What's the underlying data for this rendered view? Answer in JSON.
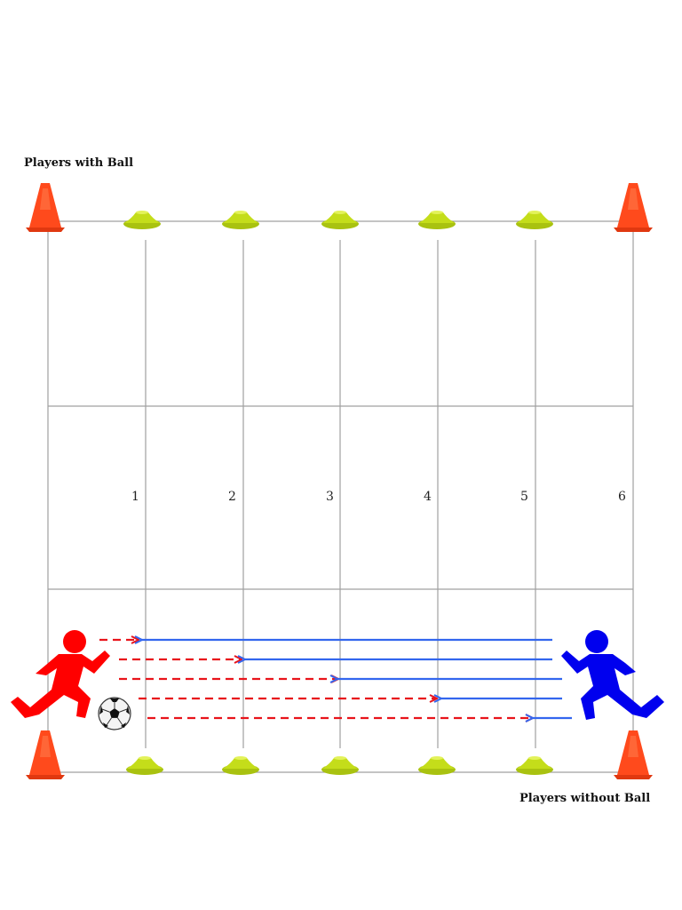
{
  "labels": {
    "players_with_ball": "Players with Ball",
    "players_without_ball": "Players without Ball"
  },
  "lane_numbers": [
    "1",
    "2",
    "3",
    "4",
    "5",
    "6"
  ],
  "colors": {
    "ball_player": "#ff0000",
    "runner": "#0000ee",
    "pass_arrow": "#e8141b",
    "run_arrow": "#3366ee",
    "grid_line": "#999999",
    "cone": "#ff4a1c",
    "disc_cone": "#c4dd1a"
  },
  "icons": {
    "corner_cone": "traffic-cone-icon",
    "marker": "disc-cone-icon",
    "ball": "soccer-ball-icon",
    "player_with_ball": "running-player-icon",
    "player_without_ball": "running-player-icon"
  }
}
